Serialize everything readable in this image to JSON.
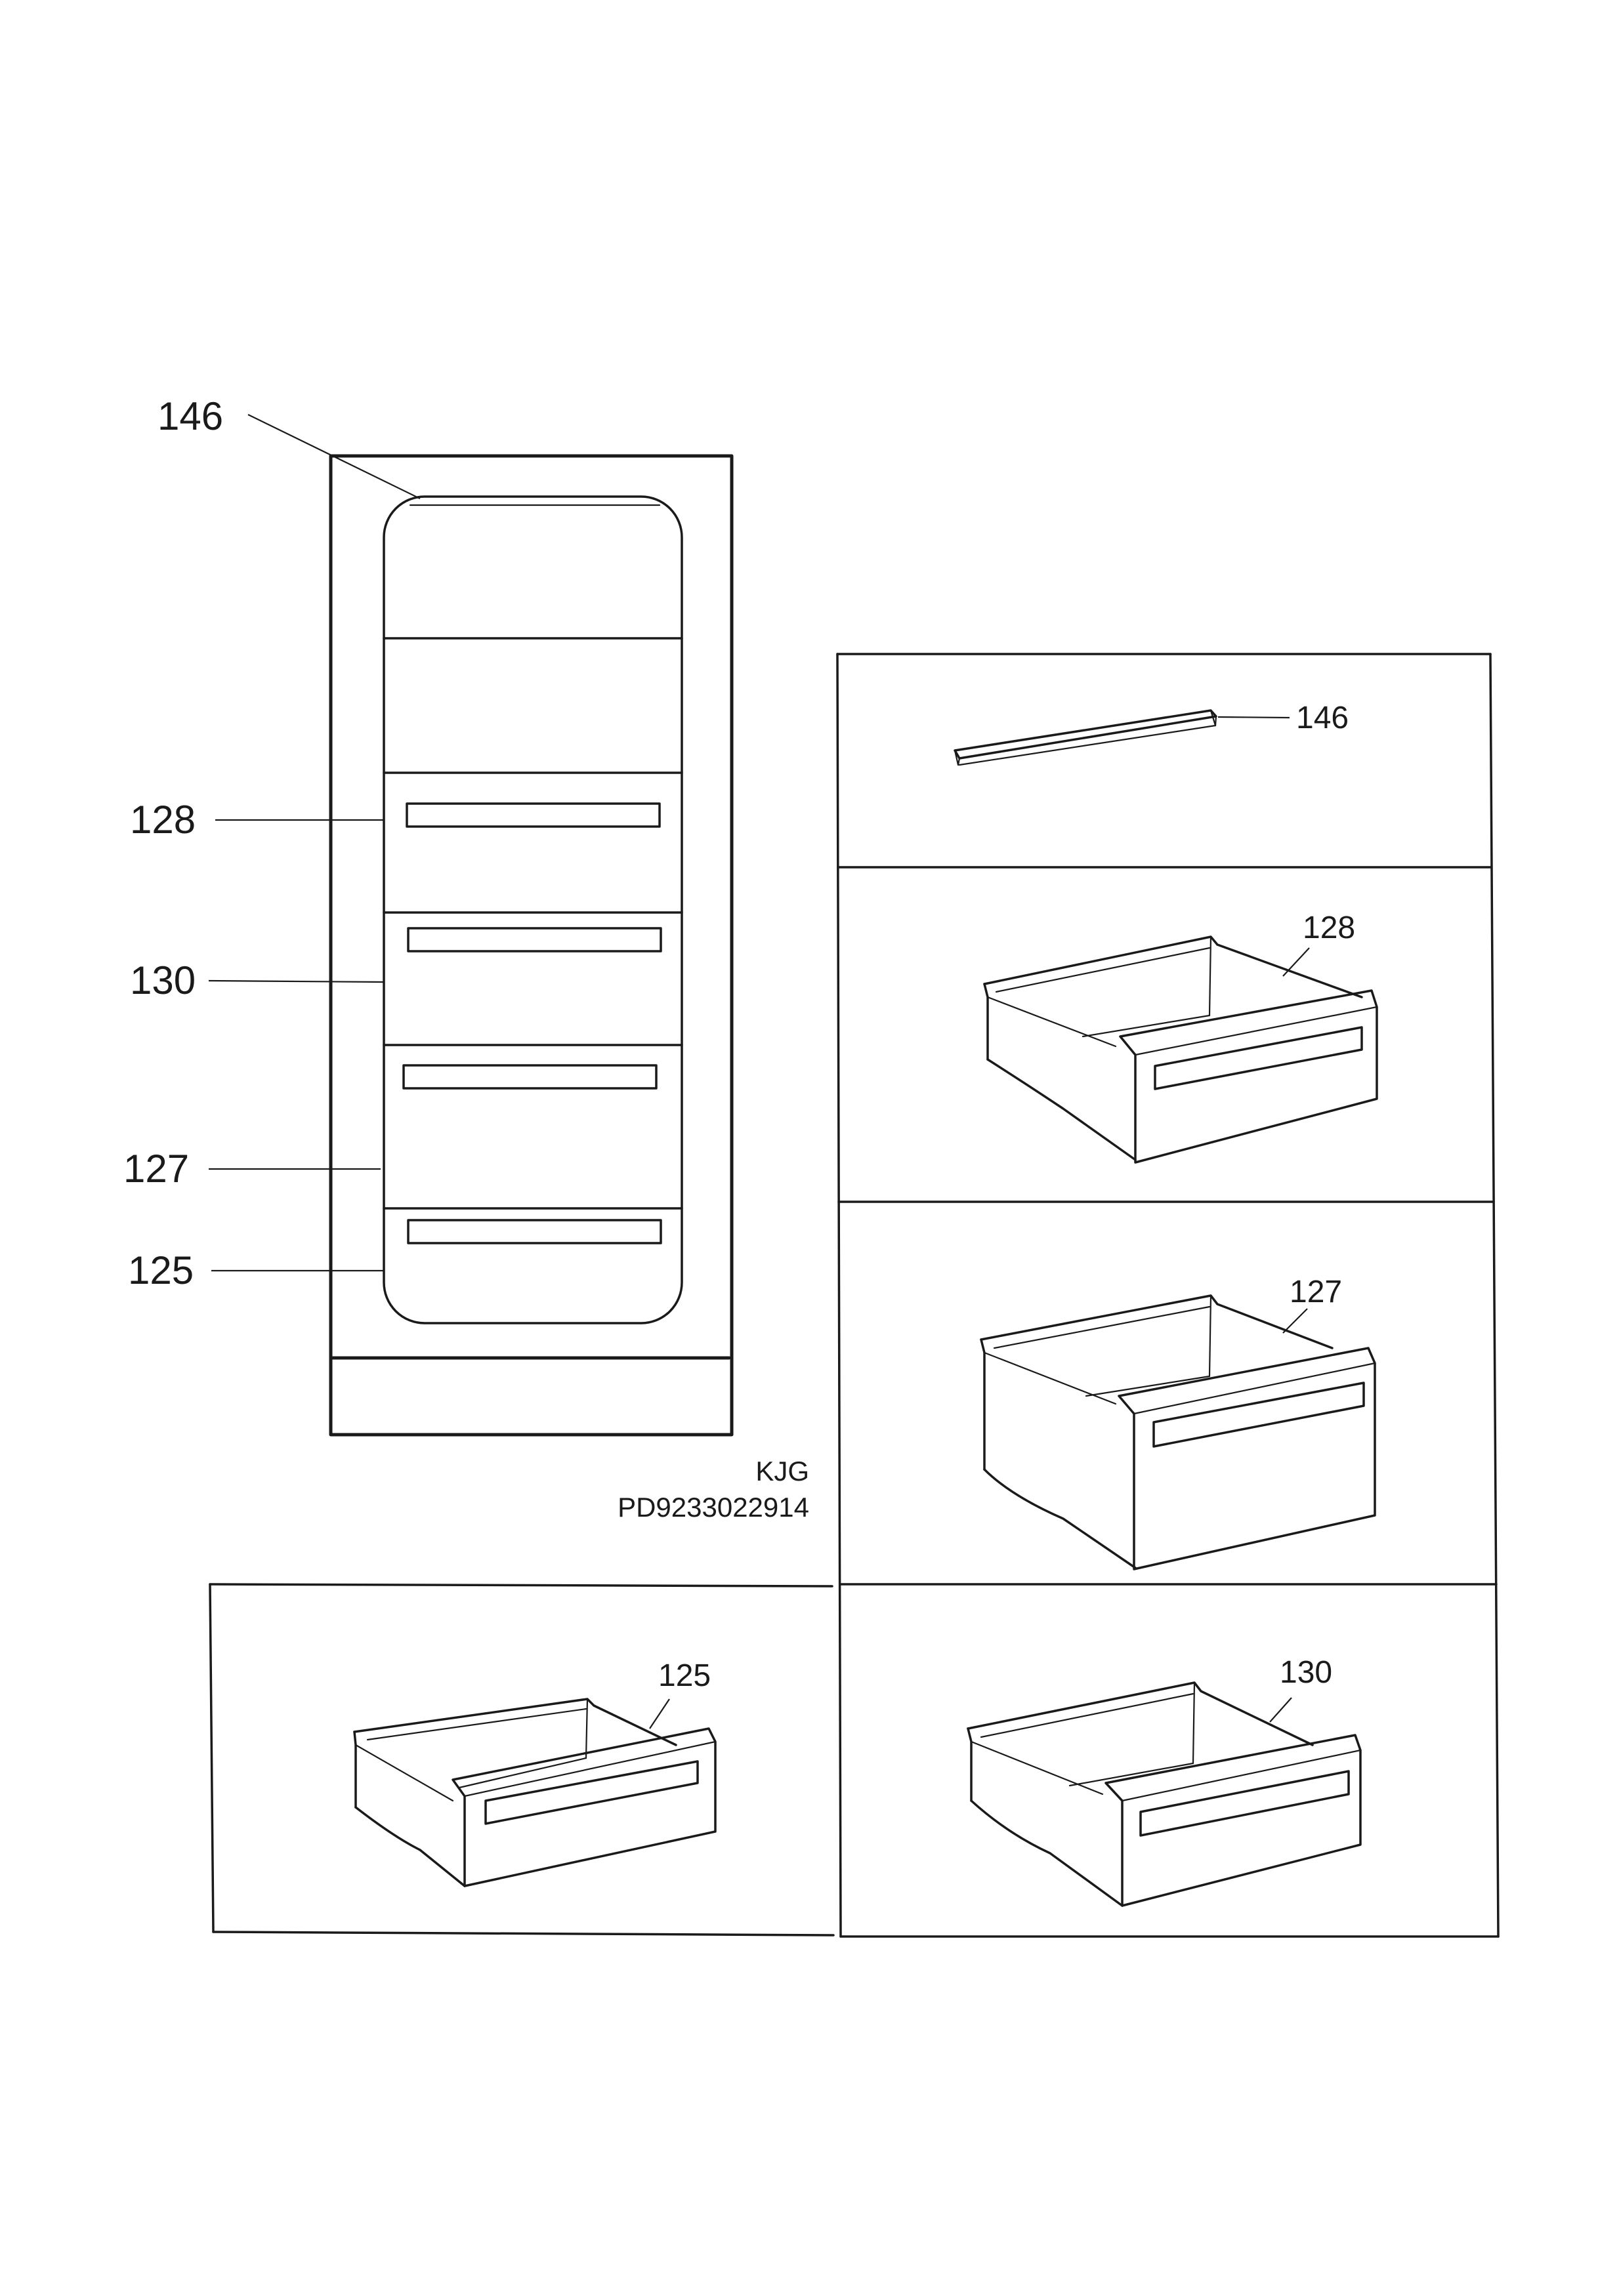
{
  "overview": {
    "callouts": {
      "c146": "146",
      "c128": "128",
      "c130": "130",
      "c127": "127",
      "c125": "125"
    }
  },
  "details": {
    "p146": "146",
    "p128": "128",
    "p127": "127",
    "p125": "125",
    "p130": "130"
  },
  "reference": {
    "code": "KJG",
    "number": "PD9233022914"
  }
}
